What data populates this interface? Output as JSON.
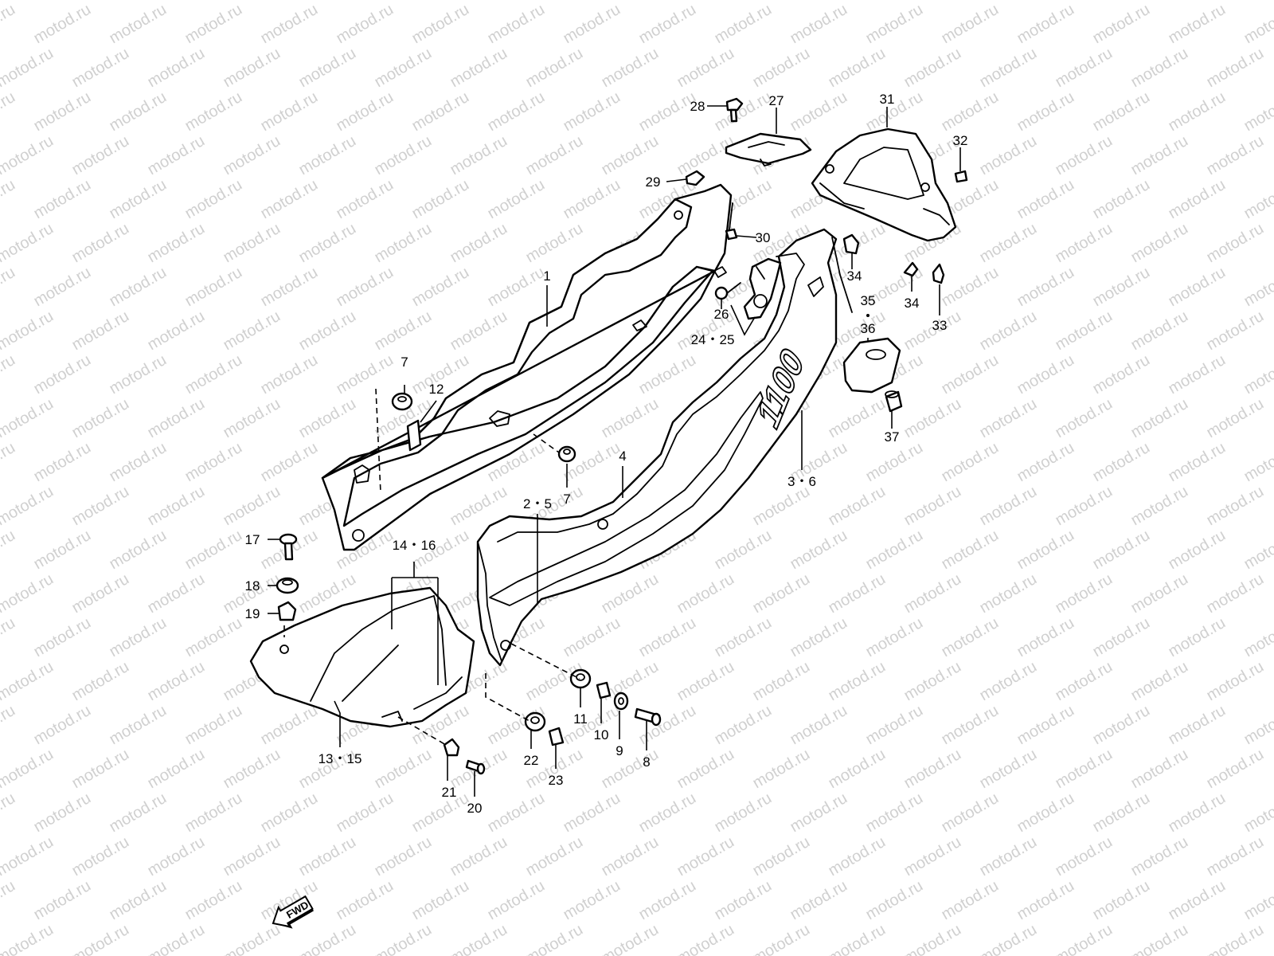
{
  "watermark": "motod.ru",
  "logo": {
    "model_text": "1100"
  },
  "fwd_arrow": {
    "label": "FWD"
  },
  "callouts": [
    {
      "id": "c-1",
      "label": "1"
    },
    {
      "id": "c-2-5",
      "label": "2・5"
    },
    {
      "id": "c-3-6",
      "label": "3・6"
    },
    {
      "id": "c-4",
      "label": "4"
    },
    {
      "id": "c-7a",
      "label": "7"
    },
    {
      "id": "c-7b",
      "label": "7"
    },
    {
      "id": "c-8",
      "label": "8"
    },
    {
      "id": "c-9",
      "label": "9"
    },
    {
      "id": "c-10",
      "label": "10"
    },
    {
      "id": "c-11",
      "label": "11"
    },
    {
      "id": "c-12",
      "label": "12"
    },
    {
      "id": "c-13-15",
      "label": "13・15"
    },
    {
      "id": "c-14-16",
      "label": "14・16"
    },
    {
      "id": "c-17",
      "label": "17"
    },
    {
      "id": "c-18",
      "label": "18"
    },
    {
      "id": "c-19",
      "label": "19"
    },
    {
      "id": "c-20",
      "label": "20"
    },
    {
      "id": "c-21",
      "label": "21"
    },
    {
      "id": "c-22",
      "label": "22"
    },
    {
      "id": "c-23",
      "label": "23"
    },
    {
      "id": "c-24-25",
      "label": "24・25"
    },
    {
      "id": "c-26",
      "label": "26"
    },
    {
      "id": "c-27",
      "label": "27"
    },
    {
      "id": "c-28",
      "label": "28"
    },
    {
      "id": "c-29",
      "label": "29"
    },
    {
      "id": "c-30",
      "label": "30"
    },
    {
      "id": "c-31",
      "label": "31"
    },
    {
      "id": "c-32",
      "label": "32"
    },
    {
      "id": "c-33",
      "label": "33"
    },
    {
      "id": "c-34a",
      "label": "34"
    },
    {
      "id": "c-34b",
      "label": "34"
    },
    {
      "id": "c-35",
      "label": "35"
    },
    {
      "id": "c-36",
      "label": "36"
    },
    {
      "id": "c-37",
      "label": "37"
    }
  ]
}
